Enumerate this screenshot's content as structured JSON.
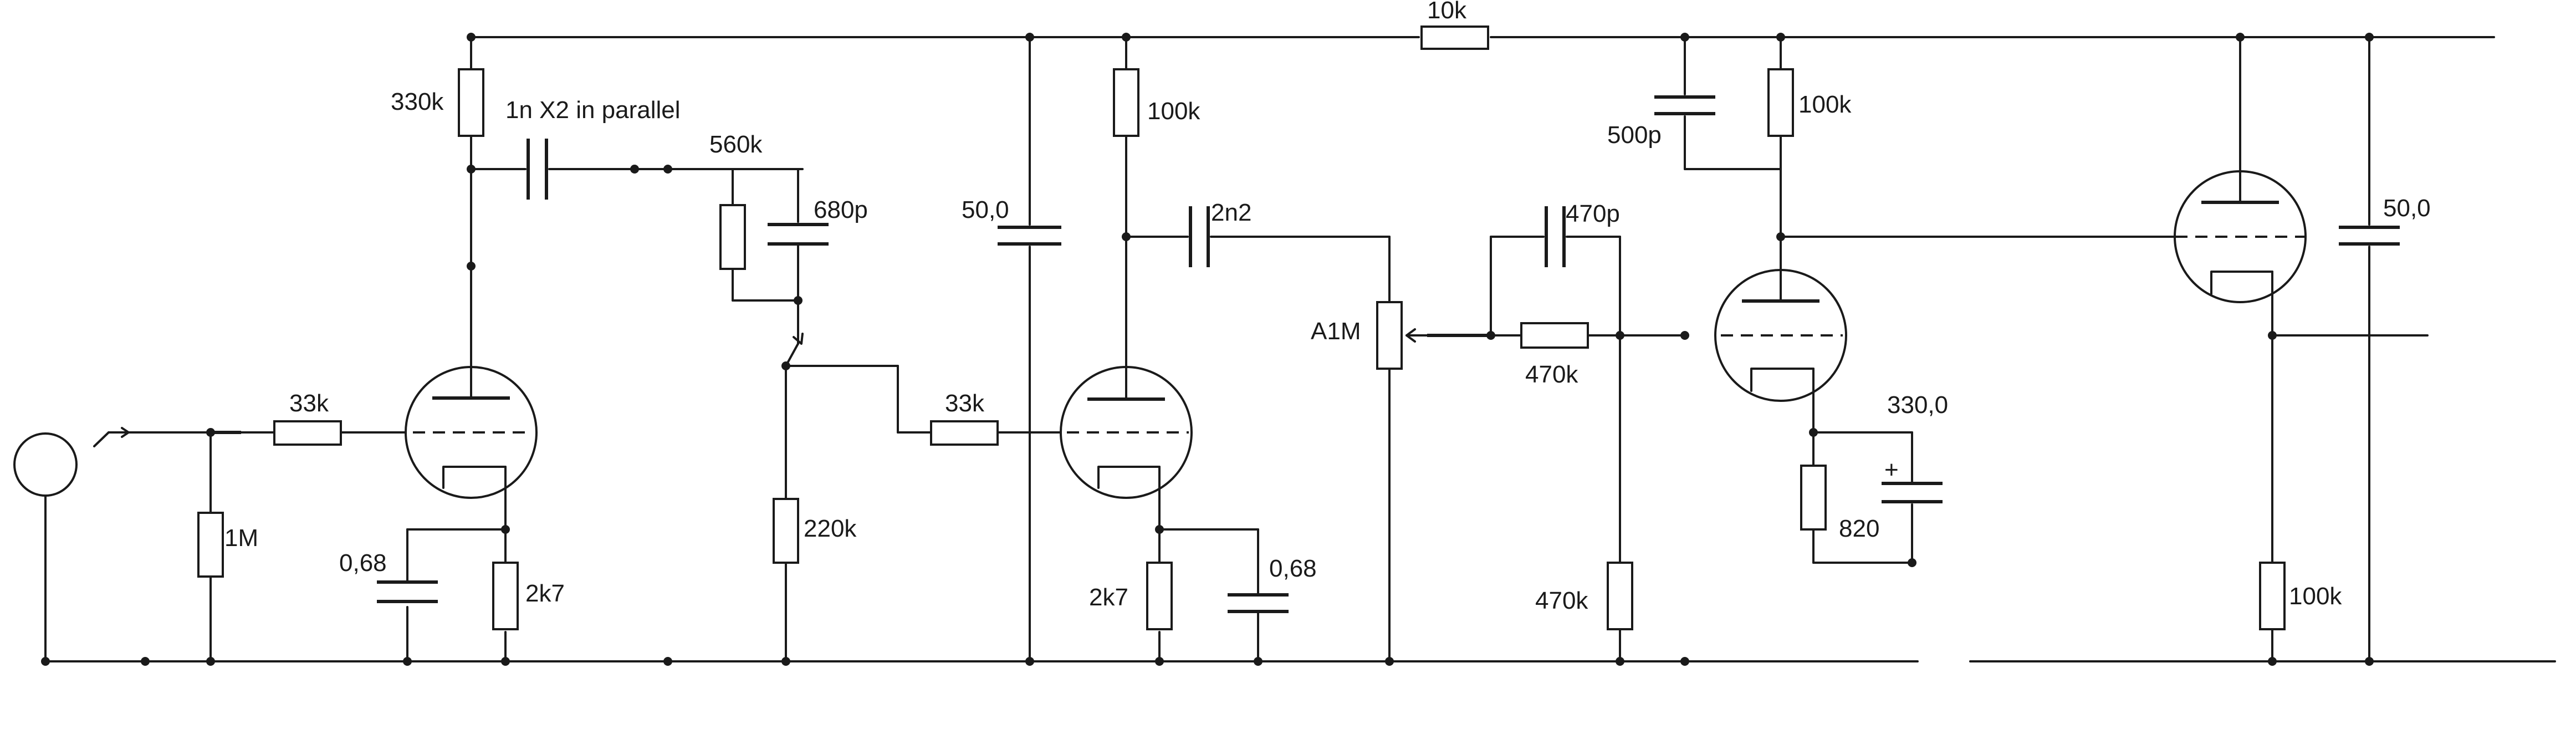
{
  "labels": {
    "r_10k": "10k",
    "r_330k": "330k",
    "c_1n": "1n X2 in parallel",
    "r_560k": "560k",
    "c_680p": "680p",
    "c_50_left": "50,0",
    "r_100k_v2": "100k",
    "c_2n2": "2n2",
    "pot_a1m": "A1M",
    "c_470p": "470p",
    "r_470k_series": "470k",
    "c_500p": "500p",
    "r_100k_v3": "100k",
    "c_50_right": "50,0",
    "r_33k_in": "33k",
    "r_1m": "1M",
    "c_068_v1": "0,68",
    "r_2k7_v1": "2k7",
    "r_220k": "220k",
    "r_33k_v2": "33k",
    "r_2k7_v2": "2k7",
    "c_068_v2": "0,68",
    "c_330": "330,0",
    "c_330_plus": "+",
    "r_820": "820",
    "r_470k_shunt": "470k",
    "r_100k_out": "100k"
  }
}
